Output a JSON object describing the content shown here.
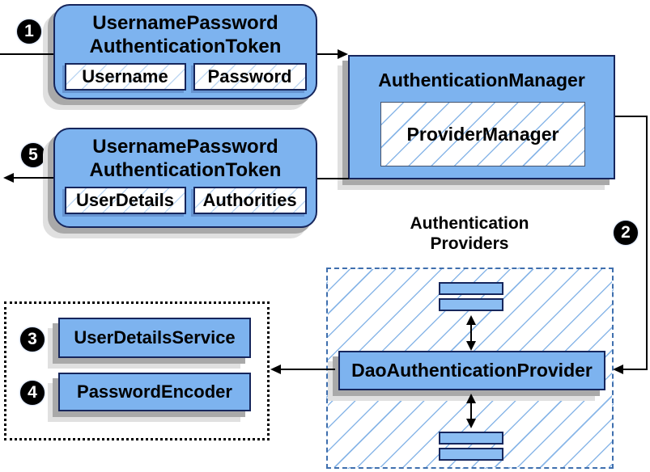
{
  "diagram": {
    "badges": {
      "step1": "1",
      "step2": "2",
      "step3": "3",
      "step4": "4",
      "step5": "5"
    },
    "request_token": {
      "title_line1": "UsernamePassword",
      "title_line2": "AuthenticationToken",
      "fields": [
        "Username",
        "Password"
      ]
    },
    "authentication_manager": {
      "title": "AuthenticationManager",
      "inner_label": "ProviderManager"
    },
    "result_token": {
      "title_line1": "UsernamePassword",
      "title_line2": "AuthenticationToken",
      "fields": [
        "UserDetails",
        "Authorities"
      ]
    },
    "authentication_providers": {
      "label_line1": "Authentication",
      "label_line2": "Providers",
      "provider_label": "DaoAuthenticationProvider"
    },
    "dao_dependencies": {
      "items": [
        "UserDetailsService",
        "PasswordEncoder"
      ]
    },
    "colors": {
      "box_fill": "#7db3ef",
      "box_border": "#16265c",
      "hatch_line": "#8ab7e8",
      "dashed_border": "#3f6fae",
      "dotted_border": "#000000",
      "shadow": "#a9a9a9",
      "shadow_light": "#e0e0e0",
      "badge_bg": "#000000",
      "badge_text": "#ffffff"
    }
  }
}
